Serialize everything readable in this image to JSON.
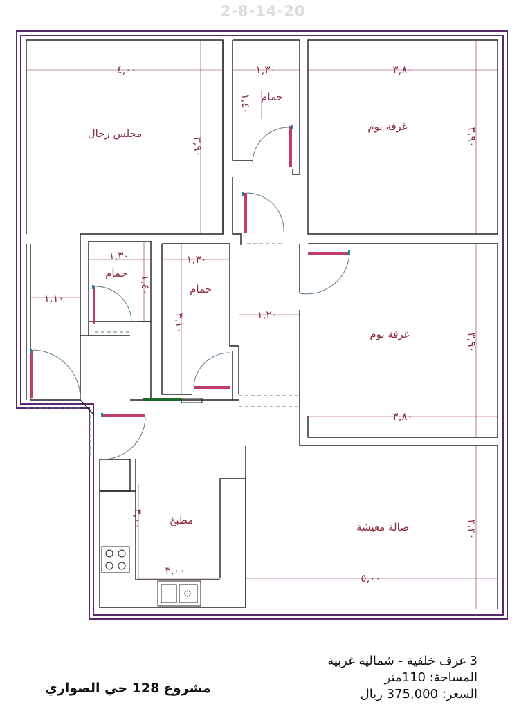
{
  "header": {
    "stamp": "2-8-14-20"
  },
  "rooms": {
    "majlis": "مجلس رجال",
    "bath_top": "حمام",
    "bedroom_1": "غرفة نوم",
    "bedroom_2": "غرفة نوم",
    "bath_left": "حمام",
    "bath_mid": "حمام",
    "kitchen": "مطبخ",
    "living": "صالة معيشة"
  },
  "dimensions": {
    "majlis_w": "٤,٠٠",
    "majlis_h": "٣,٩٠",
    "bath_top_w": "١,٣٠",
    "bath_top_h": "١,٤٠",
    "bed1_w": "٣,٨٠",
    "bed1_h": "٣,٩٠",
    "bath_left_w": "١,٣٠",
    "bath_left_h": "١,٤٠",
    "bath_mid_w": "١,٣٠",
    "bath_mid_h": "٣,١٠",
    "corridor_w": "١,١٠",
    "hall_w": "١,٢٠",
    "bed2_h": "٣,٩٠",
    "bed2_w": "٣,٨٠",
    "kitchen_h": "٣,٠٠",
    "kitchen_w": "٣,٠٠",
    "living_w": "٥,٠٠",
    "living_h": "٣,٣٠"
  },
  "info": {
    "line1": "3 غرف خلفية - شمالية غربية",
    "line2": "المساحة: 110متر",
    "line3": "السعر: 375,000 ريال"
  },
  "project": "مشروع 128 حي الصواري",
  "colors": {
    "outer_wall": "#5b2a6e",
    "wall": "#222222",
    "text": "#8a2a3a",
    "door_leaf": "#c03a6a",
    "fixture": "#1a8a9a"
  }
}
